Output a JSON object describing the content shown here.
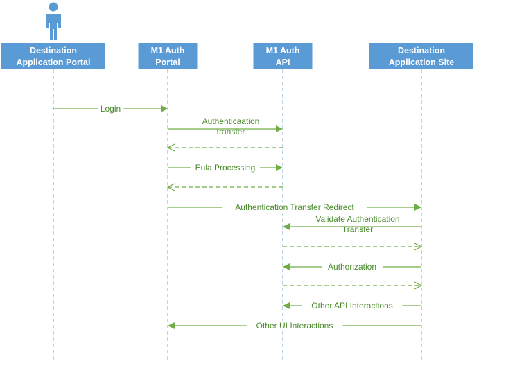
{
  "colors": {
    "lifeline_fill": "#5B9BD5",
    "lifeline_text": "#ffffff",
    "lifeline_dash": "#7FA7D6",
    "message": "#70AD47",
    "message_text": "#4A8A2A",
    "actor": "#5B9BD5"
  },
  "actor": {
    "icon": "person-icon",
    "attached_to": 0
  },
  "lifelines": [
    {
      "id": "dest-portal",
      "line1": "Destination",
      "line2": "Application Portal"
    },
    {
      "id": "m1-auth-portal",
      "line1": "M1 Auth",
      "line2": "Portal"
    },
    {
      "id": "m1-auth-api",
      "line1": "M1 Auth",
      "line2": "API"
    },
    {
      "id": "dest-site",
      "line1": "Destination",
      "line2": "Application Site"
    }
  ],
  "messages": [
    {
      "from": 0,
      "to": 1,
      "label": [
        "Login"
      ],
      "style": "solid"
    },
    {
      "from": 1,
      "to": 2,
      "label": [
        "Authenticaation",
        "transfer"
      ],
      "style": "solid"
    },
    {
      "from": 2,
      "to": 1,
      "label": [],
      "style": "dashed"
    },
    {
      "from": 1,
      "to": 2,
      "label": [
        "Eula Processing"
      ],
      "style": "solid"
    },
    {
      "from": 2,
      "to": 1,
      "label": [],
      "style": "dashed"
    },
    {
      "from": 1,
      "to": 3,
      "label": [
        "Authentication Transfer Redirect"
      ],
      "style": "solid"
    },
    {
      "from": 3,
      "to": 2,
      "label": [
        "Validate Authentication",
        "Transfer"
      ],
      "style": "solid"
    },
    {
      "from": 2,
      "to": 3,
      "label": [],
      "style": "dashed"
    },
    {
      "from": 3,
      "to": 2,
      "label": [
        "Authorization"
      ],
      "style": "solid"
    },
    {
      "from": 2,
      "to": 3,
      "label": [],
      "style": "dashed"
    },
    {
      "from": 3,
      "to": 2,
      "label": [
        "Other API Interactions"
      ],
      "style": "solid"
    },
    {
      "from": 3,
      "to": 1,
      "label": [
        "Other UI Interactions"
      ],
      "style": "solid"
    }
  ]
}
